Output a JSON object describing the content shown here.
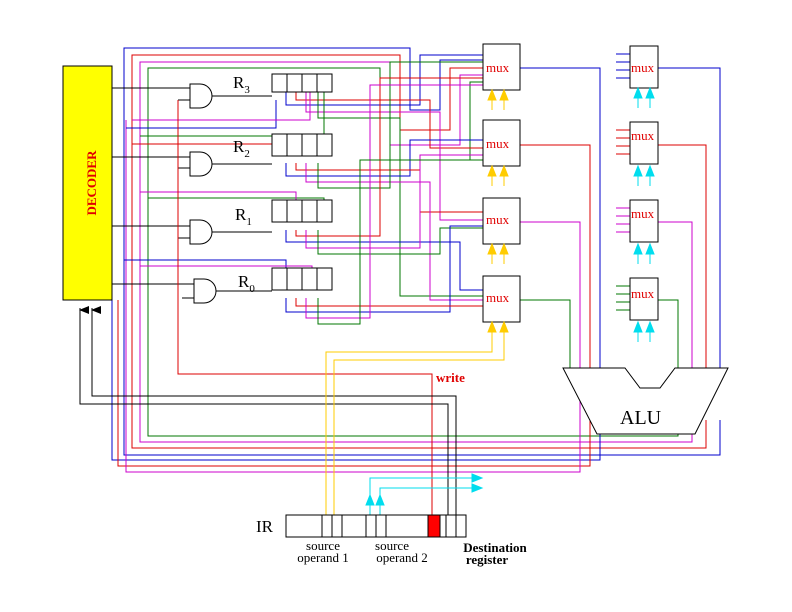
{
  "decoder": {
    "label": "DECODER",
    "fill": "#ffff00"
  },
  "registers": [
    {
      "name": "R",
      "sub": "3"
    },
    {
      "name": "R",
      "sub": "2"
    },
    {
      "name": "R",
      "sub": "1"
    },
    {
      "name": "R",
      "sub": "0"
    }
  ],
  "mux_label": "mux",
  "alu_label": "ALU",
  "write_label": "write",
  "ir_label": "IR",
  "ir_fields": {
    "source1_line1": "source",
    "source1_line2": "operand 1",
    "source2_line1": "source",
    "source2_line2": "operand 2",
    "dest_line1": "Destination",
    "dest_line2": "register"
  },
  "colors": {
    "blue": "#0000cc",
    "magenta": "#cc00cc",
    "green": "#007700",
    "red": "#dd0000",
    "yellow": "#ffcc00",
    "cyan": "#00ddee",
    "dest_bit": "#ff0000"
  }
}
